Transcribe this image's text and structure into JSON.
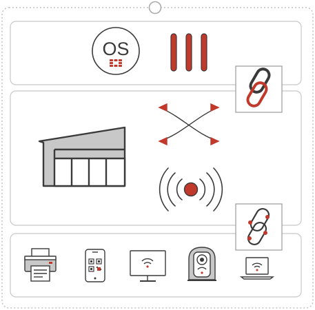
{
  "logo": {
    "text": "OS",
    "badge": "fortinet-logo"
  },
  "colors": {
    "accent": "#c0392b",
    "outline": "#3a3a3a",
    "panel_border": "#c8c8c8",
    "dotted_border": "#c4c4c4",
    "fill_gray": "#c8c8c8"
  },
  "layers": {
    "top": {
      "items": [
        "os-logo",
        "firewall-bars-icon"
      ]
    },
    "middle": {
      "items": [
        "warehouse-icon",
        "crossing-arrows-icon",
        "wireless-signal-icon"
      ]
    },
    "bottom": {
      "devices": [
        "printer-icon",
        "smartphone-qr-icon",
        "monitor-wifi-icon",
        "camera-wifi-icon",
        "laptop-wifi-icon"
      ]
    }
  },
  "connectors": [
    "chain-link-icon",
    "chain-link-icon"
  ]
}
